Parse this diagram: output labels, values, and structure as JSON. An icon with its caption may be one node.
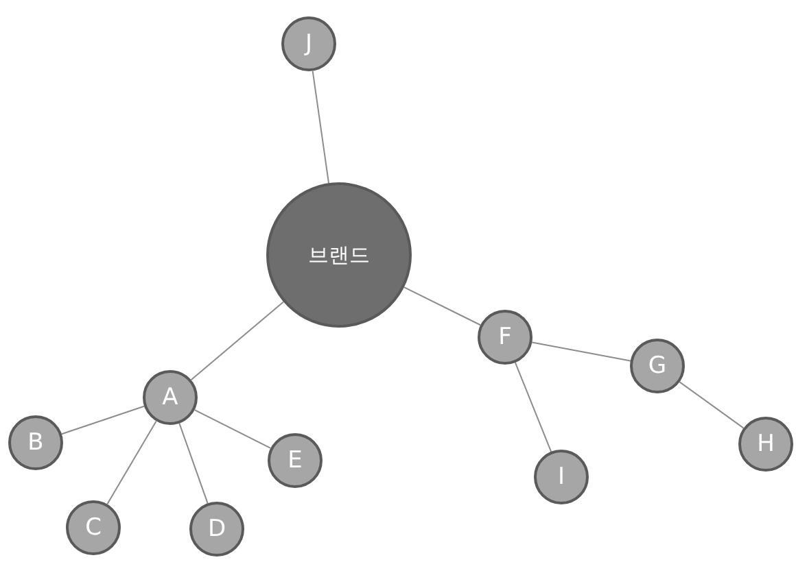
{
  "diagram": {
    "nodes": [
      {
        "text": [
          "J"
        ]
      },
      {
        "text": [
          "브랜드"
        ]
      },
      {
        "text": [
          "A"
        ]
      },
      {
        "text": [
          "B"
        ]
      },
      {
        "text": [
          "C"
        ]
      },
      {
        "text": [
          "D"
        ]
      },
      {
        "text": [
          "E"
        ]
      },
      {
        "text": [
          "F"
        ]
      },
      {
        "text": [
          "G"
        ]
      },
      {
        "text": [
          "H"
        ]
      },
      {
        "text": [
          "I"
        ]
      }
    ],
    "edges": [
      {
        "from": 1,
        "to": 0,
        "arrow": "none"
      },
      {
        "from": 1,
        "to": 2,
        "arrow": "none"
      },
      {
        "from": 1,
        "to": 7,
        "arrow": "none"
      },
      {
        "from": 2,
        "to": 3,
        "arrow": "none"
      },
      {
        "from": 2,
        "to": 4,
        "arrow": "none"
      },
      {
        "from": 2,
        "to": 5,
        "arrow": "none"
      },
      {
        "from": 2,
        "to": 6,
        "arrow": "none"
      },
      {
        "from": 7,
        "to": 8,
        "arrow": "none"
      },
      {
        "from": 7,
        "to": 10,
        "arrow": "none"
      },
      {
        "from": 8,
        "to": 9,
        "arrow": "none"
      }
    ]
  }
}
